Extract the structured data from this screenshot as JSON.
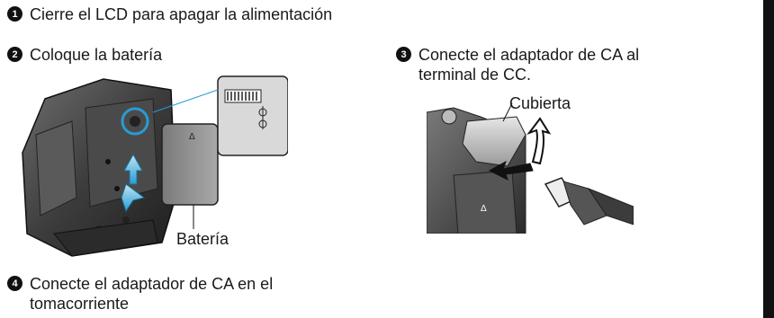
{
  "steps": [
    {
      "num": "1",
      "text": "Cierre el LCD para apagar la alimentación"
    },
    {
      "num": "2",
      "text": "Coloque la batería"
    },
    {
      "num": "3",
      "text": "Conecte el adaptador de CA al terminal de CC."
    },
    {
      "num": "4",
      "text": "Conecte el adaptador de CA en el tomacorriente"
    }
  ],
  "figures": {
    "battery_label": "Batería",
    "cover_label": "Cubierta",
    "battery_mark": "Δ",
    "camera_mark": "Δ"
  }
}
